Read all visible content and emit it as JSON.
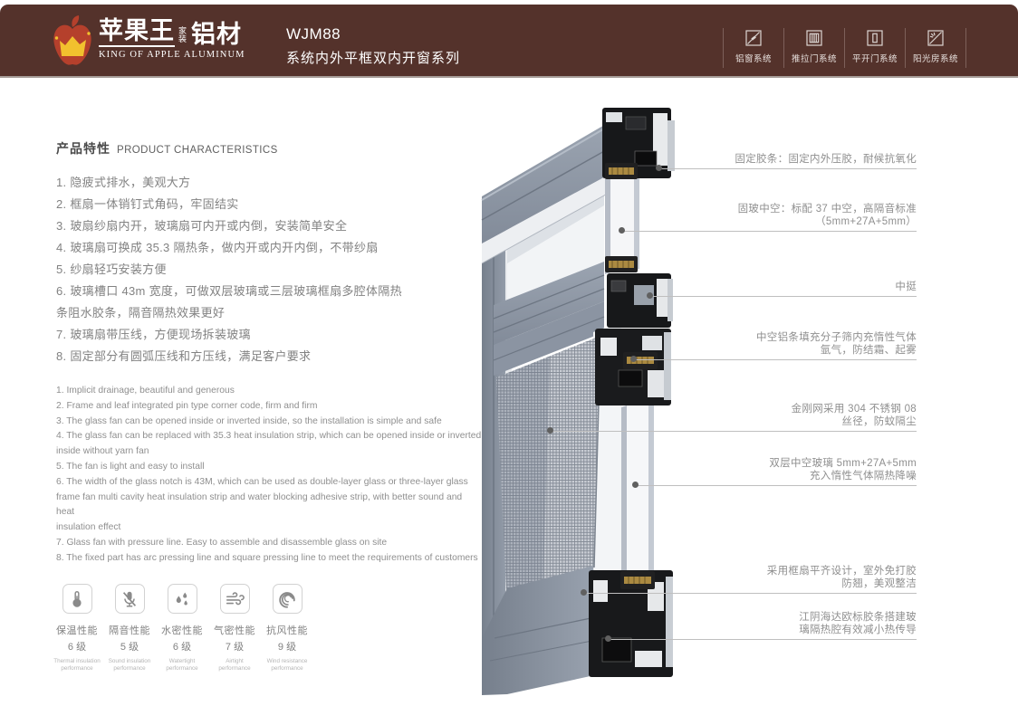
{
  "colors": {
    "header_bg": "#54322b",
    "apple_red": "#b5402c",
    "crown_gold": "#f2c12e",
    "frame_gray": "#8b94a2",
    "spacer_gold": "#ab8a41"
  },
  "header": {
    "brand_cn": "苹果王",
    "brand_tag": "家装",
    "brand_suffix": "铝材",
    "brand_en": "KING OF APPLE ALUMINUM",
    "model": "WJM88",
    "series": "系统内外平框双内开窗系列",
    "nav": [
      {
        "icon": "aluminum-window-system-icon",
        "label": "铝窗系统"
      },
      {
        "icon": "sliding-door-system-icon",
        "label": "推拉门系统"
      },
      {
        "icon": "casement-door-system-icon",
        "label": "平开门系统"
      },
      {
        "icon": "sunroom-system-icon",
        "label": "阳光房系统"
      }
    ]
  },
  "features": {
    "title_cn": "产品特性",
    "title_en": "PRODUCT CHARACTERISTICS",
    "cn_lines": [
      "1. 隐疲式排水，美观大方",
      "2. 框扇一体销钉式角码，牢固结实",
      "3. 玻扇纱扇内开，玻璃扇可内开或内倒，安装简单安全",
      "4. 玻璃扇可换成 35.3 隔热条，做内开或内开内倒，不带纱扇",
      "5. 纱扇轻巧安装方便",
      "6. 玻璃槽口 43m 宽度，可做双层玻璃或三层玻璃框扇多腔体隔热",
      "条阻水胶条，隔音隔热效果更好",
      "7. 玻璃扇带压线，方便现场拆装玻璃",
      "8. 固定部分有圆弧压线和方压线，满足客户要求"
    ],
    "en_lines": [
      "1.  Implicit drainage, beautiful and generous",
      "2. Frame and leaf integrated pin type corner code, firm and firm",
      "3. The glass fan can be opened inside or inverted inside, so the installation is simple and safe",
      "4. The glass fan can be replaced with 35.3 heat insulation strip, which can be opened inside or inverted",
      "inside without yarn fan",
      "5. The fan is light and easy to install",
      "6. The width of the glass notch is 43M, which can be used as double-layer glass or three-layer glass",
      "frame fan multi cavity heat insulation strip and water blocking adhesive strip, with better sound and heat",
      "insulation effect",
      "7. Glass fan with pressure line. Easy to assemble and disassemble glass on site",
      "8. The fixed part has arc pressing line and square pressing line to meet the requirements of customers"
    ]
  },
  "performance": [
    {
      "icon": "thermometer-icon",
      "name": "保温性能",
      "level": "6 级",
      "en": "Thermal insulation performance"
    },
    {
      "icon": "mute-microphone-icon",
      "name": "隔音性能",
      "level": "5 级",
      "en": "Sound insulation performance"
    },
    {
      "icon": "water-drops-icon",
      "name": "水密性能",
      "level": "6 级",
      "en": "Watertight performance"
    },
    {
      "icon": "wind-icon",
      "name": "气密性能",
      "level": "7 级",
      "en": "Airtight performance"
    },
    {
      "icon": "typhoon-icon",
      "name": "抗风性能",
      "level": "9 级",
      "en": "Wind resistance performance"
    }
  ],
  "callouts": [
    {
      "lines": [
        "固定胶条：固定内外压胶，耐候抗氧化"
      ]
    },
    {
      "lines": [
        "固玻中空：标配 37 中空，高隔音标准",
        "（5mm+27A+5mm）"
      ]
    },
    {
      "lines": [
        "中挺"
      ]
    },
    {
      "lines": [
        "中空铝条填充分子筛内充惰性气体",
        "氩气，防结霜、起雾"
      ]
    },
    {
      "lines": [
        "金刚网采用 304 不锈钢 08",
        "丝径，防蚊隔尘"
      ]
    },
    {
      "lines": [
        "双层中空玻璃 5mm+27A+5mm",
        "充入惰性气体隔热降噪"
      ]
    },
    {
      "lines": [
        "采用框扇平齐设计，室外免打胶",
        "防翘，美观整洁"
      ]
    },
    {
      "lines": [
        "江阴海达欧标胶条搭建玻",
        "璃隔热腔有效减小热传导"
      ]
    }
  ]
}
